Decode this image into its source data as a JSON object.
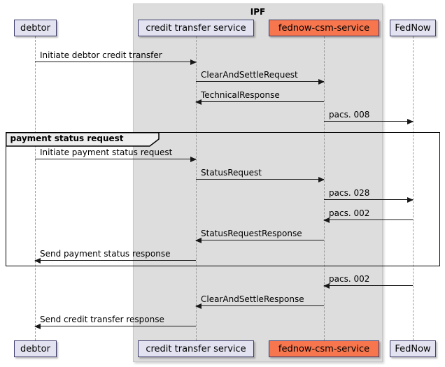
{
  "diagram": {
    "title_box": {
      "label": "IPF"
    },
    "frame": {
      "label": "payment status request"
    },
    "participants": [
      {
        "label": "debtor"
      },
      {
        "label": "credit transfer service"
      },
      {
        "label": "fednow-csm-service"
      },
      {
        "label": "FedNow"
      }
    ],
    "messages": [
      {
        "label": "Initiate debtor credit transfer",
        "from": "debtor",
        "to": "credit transfer service"
      },
      {
        "label": "ClearAndSettleRequest",
        "from": "credit transfer service",
        "to": "fednow-csm-service"
      },
      {
        "label": "TechnicalResponse",
        "from": "fednow-csm-service",
        "to": "credit transfer service"
      },
      {
        "label": "pacs. 008",
        "from": "fednow-csm-service",
        "to": "FedNow"
      },
      {
        "label": "Initiate payment status request",
        "from": "debtor",
        "to": "credit transfer service"
      },
      {
        "label": "StatusRequest",
        "from": "credit transfer service",
        "to": "fednow-csm-service"
      },
      {
        "label": "pacs. 028",
        "from": "fednow-csm-service",
        "to": "FedNow"
      },
      {
        "label": "pacs. 002",
        "from": "FedNow",
        "to": "fednow-csm-service"
      },
      {
        "label": "StatusRequestResponse",
        "from": "fednow-csm-service",
        "to": "credit transfer service"
      },
      {
        "label": "Send payment status response",
        "from": "credit transfer service",
        "to": "debtor"
      },
      {
        "label": "pacs. 002",
        "from": "FedNow",
        "to": "fednow-csm-service"
      },
      {
        "label": "ClearAndSettleResponse",
        "from": "fednow-csm-service",
        "to": "credit transfer service"
      },
      {
        "label": "Send credit transfer response",
        "from": "credit transfer service",
        "to": "debtor"
      }
    ],
    "colors": {
      "participant_fill": "#E2E2F0",
      "participant_border": "#3A3A6A",
      "highlight_fill": "#F8764D",
      "box_fill": "#DDDDDD",
      "frame_tab_fill": "#EEEEEE",
      "lifeline": "#9A9A9A",
      "arrow": "#181818"
    }
  }
}
